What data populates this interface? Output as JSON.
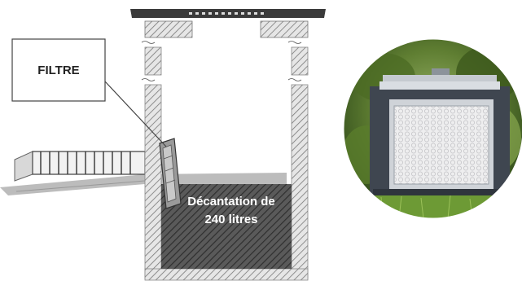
{
  "diagram": {
    "filter_label": "FILTRE",
    "tank_label_line1": "Décantation de",
    "tank_label_line2": "240 litres"
  },
  "photo": {
    "subject": "filter-unit-in-garden"
  },
  "colors": {
    "hatch": "#555555",
    "tank_fill": "#4a4a4a",
    "wall_fill": "#d9d9d9",
    "lid": "#3a3a3a",
    "photo_frame": "#3f4650",
    "photo_mesh": "#e9e9ea",
    "grass": "#6d9a35"
  }
}
